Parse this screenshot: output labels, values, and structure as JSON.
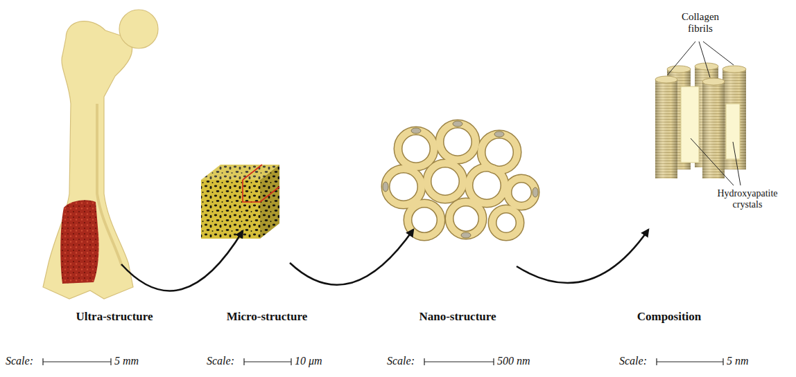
{
  "diagram": {
    "labels": [
      "Collagen fibrils",
      "Hydroxyapatite crystals",
      "Ultra-structure",
      "Micro-structure",
      "Nano-structure",
      "Composition",
      "Scale:",
      "5 mm",
      "Scale:",
      "10 μm",
      "Scale:",
      "500 nm",
      "Scale:",
      "5 nm"
    ]
  }
}
